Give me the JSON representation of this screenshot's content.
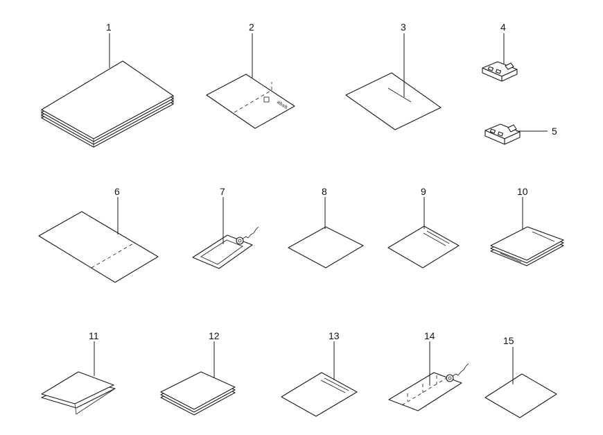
{
  "callouts": {
    "c1": "1",
    "c2": "2",
    "c3": "3",
    "c4": "4",
    "c5": "5",
    "c6": "6",
    "c7": "7",
    "c8": "8",
    "c9": "9",
    "c10": "10",
    "c11": "11",
    "c12": "12",
    "c13": "13",
    "c14": "14",
    "c15": "15"
  },
  "item2_print": "abab",
  "colors": {
    "line": "#1a1a1a",
    "background": "#ffffff"
  }
}
